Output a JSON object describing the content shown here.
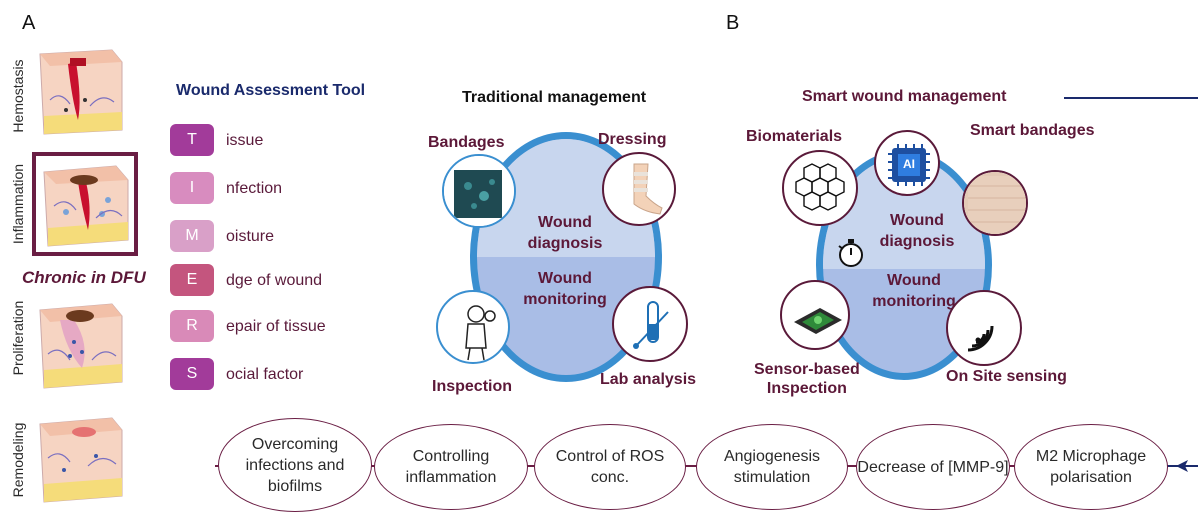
{
  "panel_a": {
    "letter": "A",
    "stages": [
      "Hemostasis",
      "Inflammation",
      "Proliferation",
      "Remodeling"
    ],
    "chronic_label": "Chronic in DFU",
    "tool_title": "Wound Assessment Tool",
    "time_items": [
      {
        "letter": "T",
        "text": "issue",
        "color": "#a23b9a"
      },
      {
        "letter": "I",
        "text": "nfection",
        "color": "#d88cbf"
      },
      {
        "letter": "M",
        "text": "oisture",
        "color": "#d9a0c8"
      },
      {
        "letter": "E",
        "text": "dge of wound",
        "color": "#c4557e"
      },
      {
        "letter": "R",
        "text": "epair of tissue",
        "color": "#d98ab8"
      },
      {
        "letter": "S",
        "text": "ocial factor",
        "color": "#a23b9a"
      }
    ]
  },
  "traditional": {
    "title": "Traditional management",
    "center_top": "Wound diagnosis",
    "center_bottom": "Wound monitoring",
    "labels": {
      "bandages": "Bandages",
      "dressing": "Dressing",
      "inspection": "Inspection",
      "lab": "Lab analysis"
    }
  },
  "panel_b": {
    "letter": "B",
    "smart": {
      "title": "Smart wound management",
      "center_top": "Wound diagnosis",
      "center_bottom": "Wound monitoring",
      "labels": {
        "biomaterials": "Biomaterials",
        "smart_bandages": "Smart bandages",
        "sensor_line1": "Sensor-based",
        "sensor_line2": "Inspection",
        "onsite": "On Site sensing",
        "ai": "AI"
      }
    }
  },
  "strategies": [
    "Overcoming infections and biofilms",
    "Controlling inflammation",
    "Control of ROS conc.",
    "Angiogenesis stimulation",
    "Decrease of [MMP-9]",
    "M2 Microphage polarisation"
  ],
  "colors": {
    "maroon": "#5c1838",
    "navy": "#1a2a6c",
    "ring": "#3a8fd0",
    "disc_top": "#c8d6ee",
    "disc_bottom": "#a9bde6"
  }
}
